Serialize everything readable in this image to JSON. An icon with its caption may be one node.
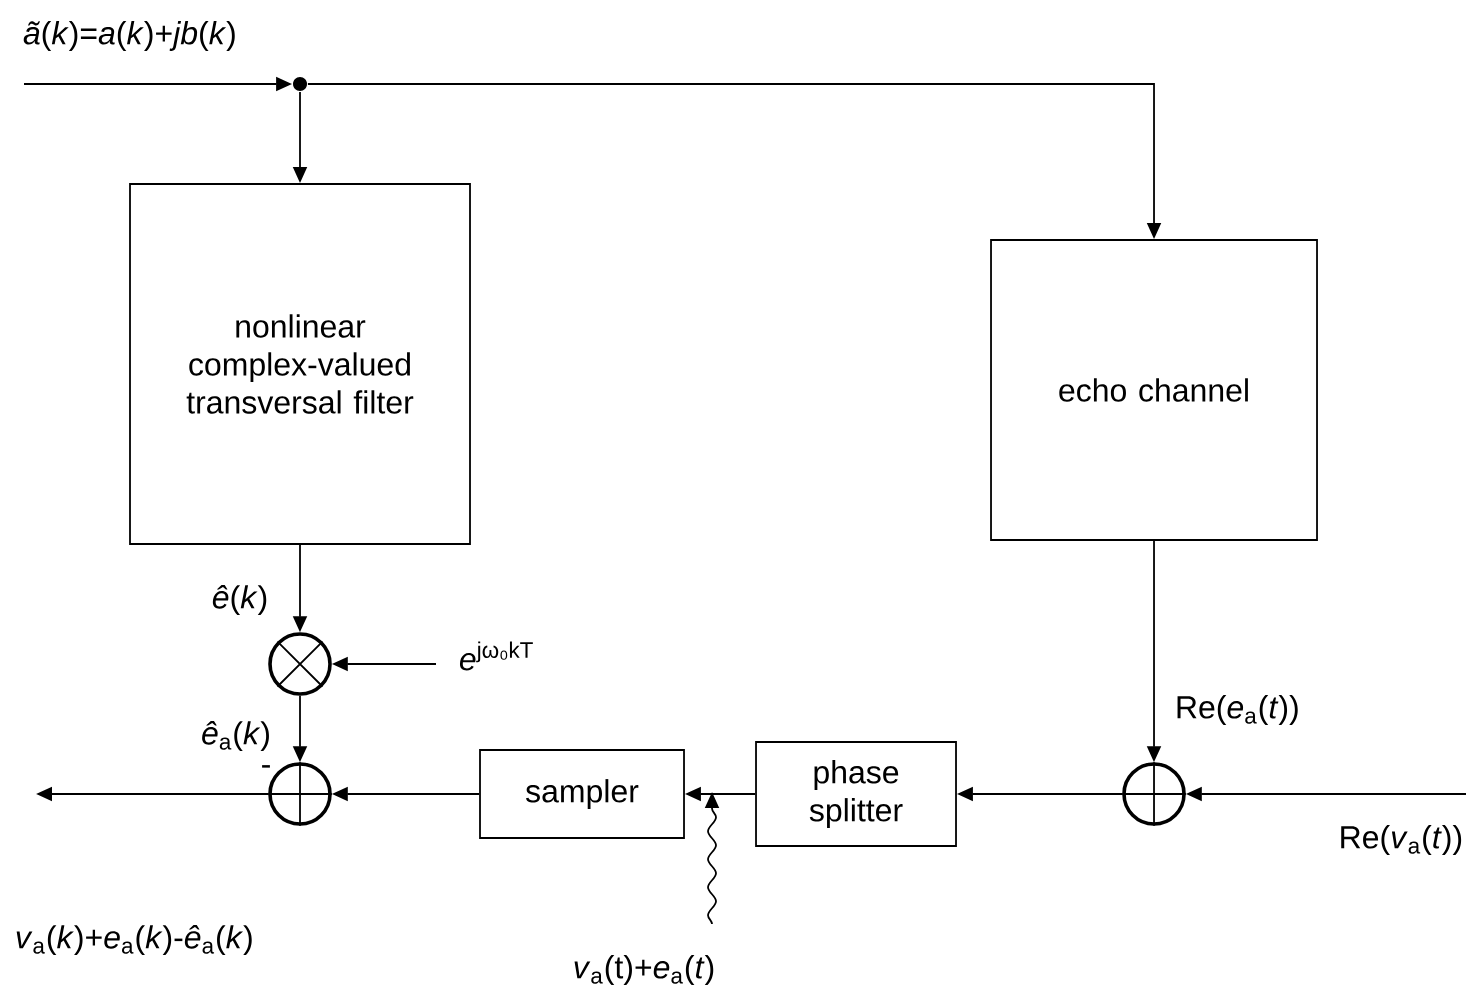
{
  "diagram": {
    "nodes": [
      {
        "text": [
          "nonlinear complex-valued transversal filter"
        ]
      },
      {
        "text": [
          "echo channel"
        ]
      },
      {
        "text": [],
        "shape": "circle"
      },
      {
        "text": [],
        "shape": "circle"
      },
      {
        "text": [
          "sampler"
        ]
      },
      {
        "text": [
          "phase splitter"
        ]
      },
      {
        "text": [],
        "shape": "circle"
      },
      {
        "text": [],
        "shape": "dot"
      }
    ],
    "edges": [
      {
        "from": null,
        "to": 7,
        "arrow": "to",
        "label": "*ã*(*k*)=*a*(*k*)+*jb*(*k*)"
      },
      {
        "from": 7,
        "to": 0,
        "arrow": "to"
      },
      {
        "from": 7,
        "to": 1,
        "arrow": "to"
      },
      {
        "from": 0,
        "to": 2,
        "arrow": "to",
        "label": "*ê*(*k*)"
      },
      {
        "from": null,
        "to": 2,
        "arrow": "to",
        "label": "*e*$^{jω₀kT}$"
      },
      {
        "from": 2,
        "to": 3,
        "arrow": "to",
        "label": "*ê*$_{a}$(*k*)"
      },
      {
        "from": 3,
        "to": null,
        "arrow": "to",
        "label": "*v*$_{a}$(*k*)+*e*$_{a}$(*k*)-*ê*$_{a}$(*k*)"
      },
      {
        "from": 4,
        "to": 3,
        "arrow": "to"
      },
      {
        "from": 5,
        "to": 4,
        "arrow": "to"
      },
      {
        "from": 6,
        "to": 5,
        "arrow": "to"
      },
      {
        "from": 1,
        "to": 6,
        "arrow": "to",
        "label": "Re(*e*$_{a}$(*t*))"
      },
      {
        "from": null,
        "to": 6,
        "arrow": "to",
        "label": "Re(*v*$_{a}$(*t*))"
      }
    ],
    "labels": [
      "-",
      "*v*$_{a}$(t)+*e*$_{a}$(*t*)"
    ]
  }
}
